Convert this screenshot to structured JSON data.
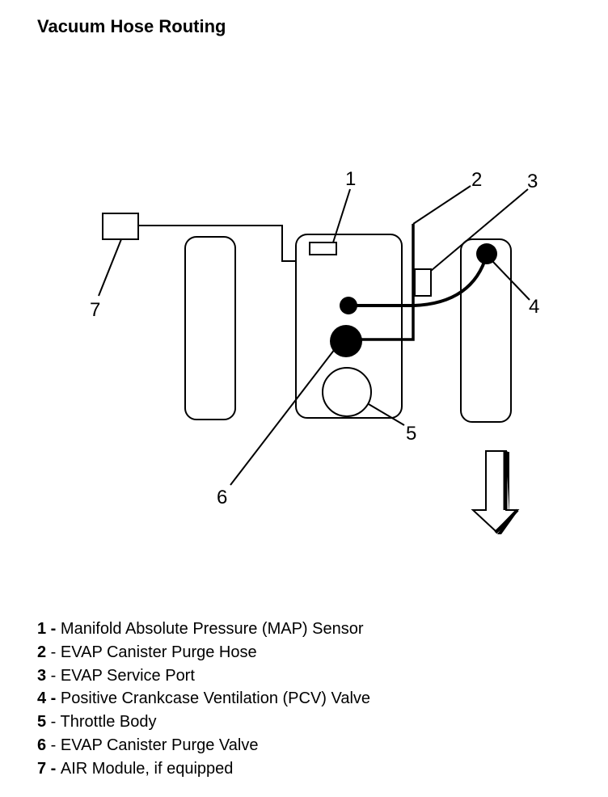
{
  "title": "Vacuum Hose Routing",
  "callouts": [
    "1",
    "2",
    "3",
    "4",
    "5",
    "6",
    "7"
  ],
  "legend": [
    {
      "number": "1",
      "separator": " - ",
      "text": "Manifold Absolute Pressure (MAP) Sensor"
    },
    {
      "number": "2",
      "separator": " - ",
      "text": "EVAP Canister Purge Hose"
    },
    {
      "number": "3",
      "separator": " - ",
      "text": "EVAP Service Port"
    },
    {
      "number": "4",
      "separator": " - ",
      "text": "Positive Crankcase Ventilation (PCV) Valve"
    },
    {
      "number": "5",
      "separator": " - ",
      "text": "Throttle Body"
    },
    {
      "number": "6",
      "separator": " - ",
      "text": "EVAP Canister Purge Valve"
    },
    {
      "number": "7",
      "separator": " - ",
      "text": "AIR Module, if equipped"
    }
  ],
  "colors": {
    "line": "#000000",
    "background": "#ffffff"
  }
}
